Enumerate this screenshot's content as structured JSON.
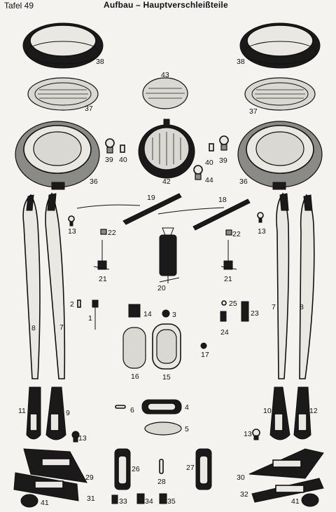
{
  "header": {
    "plate": "Tafel 49",
    "title": "Aufbau – Hauptverschleißteile"
  },
  "labels": {
    "p38a": "38",
    "p38b": "38",
    "p43": "43",
    "p37a": "37",
    "p37b": "37",
    "p39a": "39",
    "p40a": "40",
    "p36a": "36",
    "p42": "42",
    "p44": "44",
    "p40b": "40",
    "p39b": "39",
    "p36b": "36",
    "p19": "19",
    "p18": "18",
    "p13a": "13",
    "p22a": "22",
    "p22b": "22",
    "p13b": "13",
    "p21a": "21",
    "p20": "20",
    "p21b": "21",
    "p2": "2",
    "p1": "1",
    "p14": "14",
    "p3": "3",
    "p25": "25",
    "p23": "23",
    "p24": "24",
    "p8a": "8",
    "p7a": "7",
    "p7b": "7",
    "p8b": "8",
    "p16": "16",
    "p15": "15",
    "p17": "17",
    "p11": "11",
    "p9": "9",
    "p13c": "13",
    "p6": "6",
    "p4": "4",
    "p5": "5",
    "p10": "10",
    "p12": "12",
    "p13d": "13",
    "p29": "29",
    "p26": "26",
    "p28": "28",
    "p27": "27",
    "p30": "30",
    "p31": "31",
    "p33": "33",
    "p34": "34",
    "p35": "35",
    "p32": "32",
    "p41a": "41",
    "p41b": "41"
  }
}
